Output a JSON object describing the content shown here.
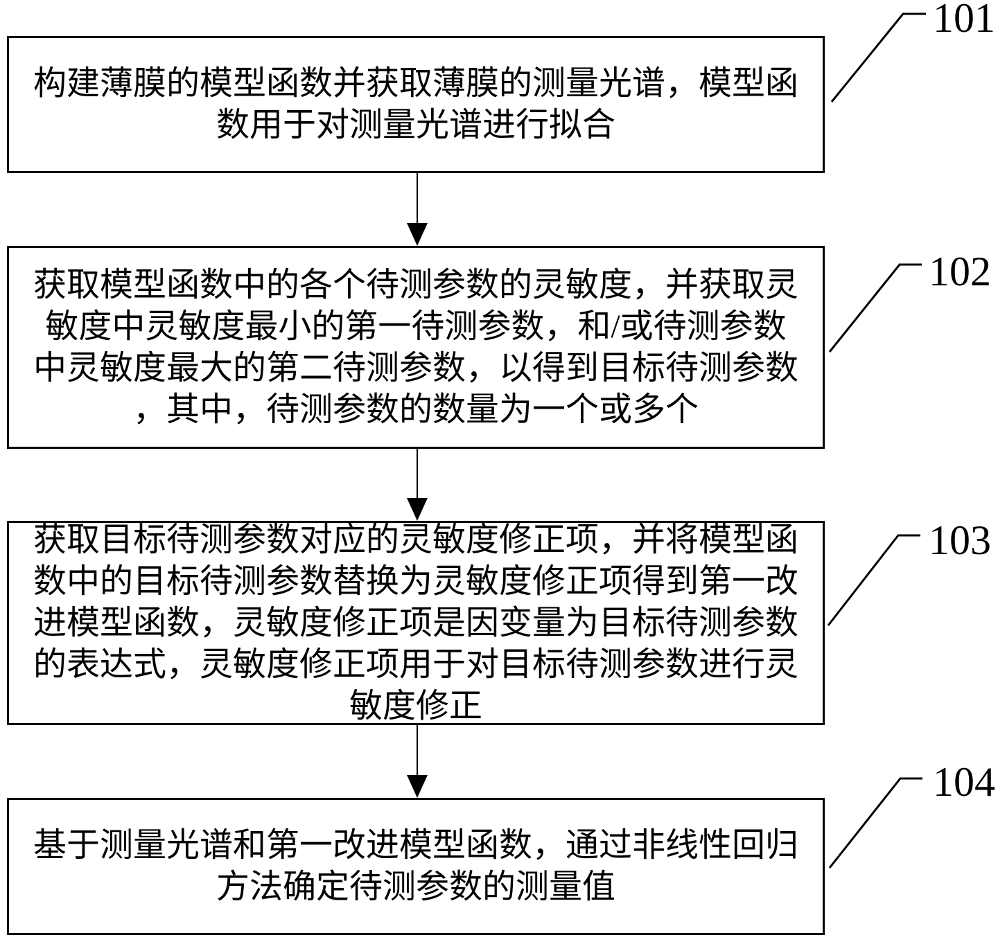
{
  "figure": {
    "colors": {
      "background": "#ffffff",
      "line": "#000000",
      "text": "#000000"
    },
    "steps": [
      {
        "label": "101",
        "lines": [
          "构建薄膜的模型函数并获取薄膜的测量光谱，模型函",
          "数用于对测量光谱进行拟合"
        ]
      },
      {
        "label": "102",
        "lines": [
          "获取模型函数中的各个待测参数的灵敏度，并获取灵",
          "敏度中灵敏度最小的第一待测参数，和/或待测参数",
          "中灵敏度最大的第二待测参数，以得到目标待测参数",
          "，其中，待测参数的数量为一个或多个"
        ]
      },
      {
        "label": "103",
        "lines": [
          "获取目标待测参数对应的灵敏度修正项，并将模型函",
          "数中的目标待测参数替换为灵敏度修正项得到第一改",
          "进模型函数，灵敏度修正项是因变量为目标待测参数",
          "的表达式，灵敏度修正项用于对目标待测参数进行灵",
          "敏度修正"
        ]
      },
      {
        "label": "104",
        "lines": [
          "基于测量光谱和第一改进模型函数，通过非线性回归",
          "方法确定待测参数的测量值"
        ]
      }
    ]
  }
}
